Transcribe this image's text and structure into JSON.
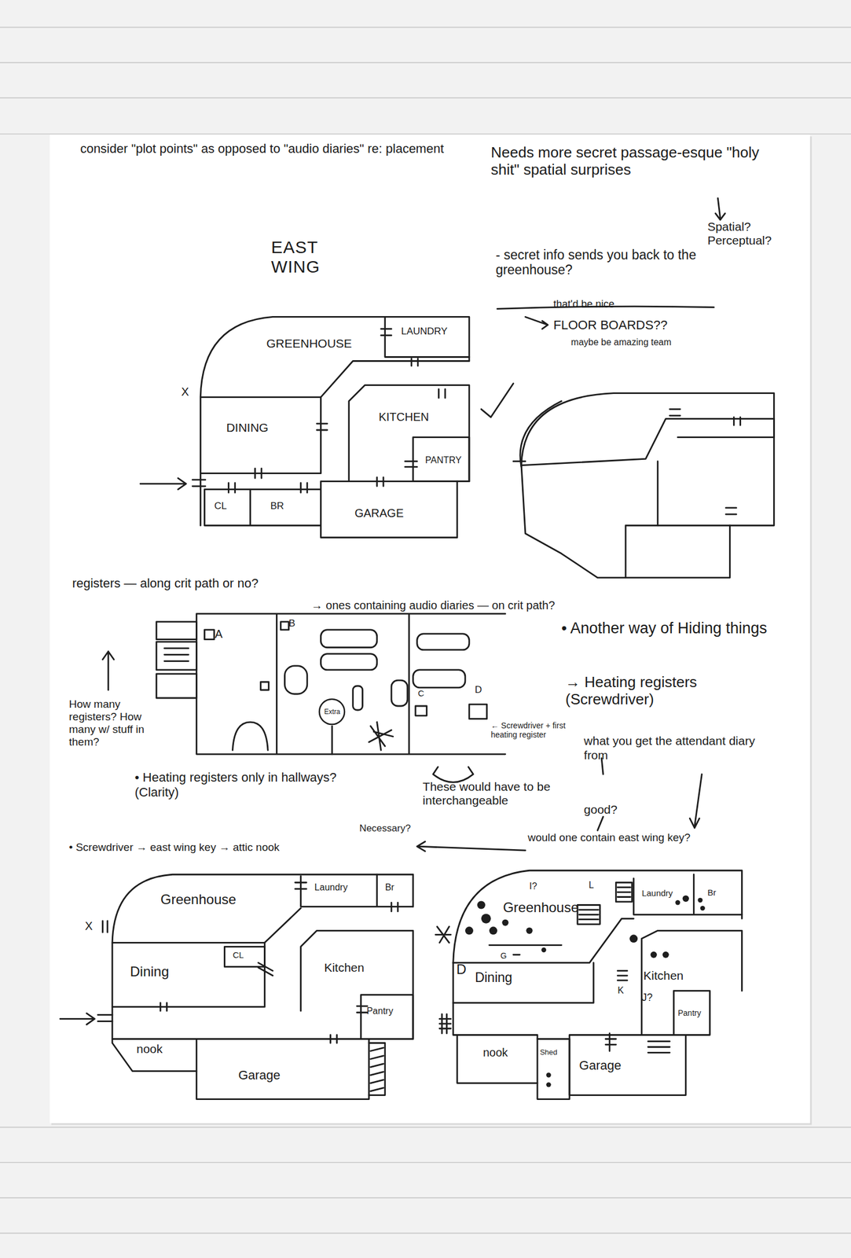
{
  "diagram": {
    "title": "EAST WING",
    "nodes": [
      {
        "text": [
          "GREENHOUSE"
        ]
      },
      {
        "text": [
          "LAUNDRY"
        ]
      },
      {
        "text": [
          "DINING"
        ]
      },
      {
        "text": [
          "KITCHEN"
        ]
      },
      {
        "text": [
          "PANTRY"
        ]
      },
      {
        "text": [
          "CL"
        ]
      },
      {
        "text": [
          "BR"
        ]
      },
      {
        "text": [
          "GARAGE"
        ]
      },
      {
        "text": [
          "Extra"
        ]
      },
      {
        "text": [
          "Greenhouse"
        ]
      },
      {
        "text": [
          "Laundry"
        ]
      },
      {
        "text": [
          "Br"
        ]
      },
      {
        "text": [
          "Dining"
        ]
      },
      {
        "text": [
          "CL"
        ]
      },
      {
        "text": [
          "Kitchen"
        ]
      },
      {
        "text": [
          "Pantry"
        ]
      },
      {
        "text": [
          "nook"
        ]
      },
      {
        "text": [
          "Garage"
        ]
      },
      {
        "text": [
          "Greenhouse"
        ]
      },
      {
        "text": [
          "Laundry"
        ]
      },
      {
        "text": [
          "Br"
        ]
      },
      {
        "text": [
          "Dining"
        ]
      },
      {
        "text": [
          "Kitchen"
        ]
      },
      {
        "text": [
          "Pantry"
        ]
      },
      {
        "text": [
          "nook"
        ]
      },
      {
        "text": [
          "Shed"
        ]
      },
      {
        "text": [
          "Garage"
        ]
      }
    ],
    "labels": [
      "consider \"plot points\" as opposed to \"audio diaries\" re: placement",
      "Needs more secret passage-esque \"holy shit\" spatial surprises",
      "Spatial? Perceptual?",
      "- secret info sends you back to the greenhouse?",
      "that'd be nice",
      "FLOOR BOARDS??",
      "maybe be amazing team",
      "registers — along crit path or no?",
      "→ ones containing audio diaries — on crit path?",
      "How many registers? How many w/ stuff in them?",
      "• Another way of Hiding things",
      "→ Heating registers (Screwdriver)",
      "← Screwdriver + first heating register",
      "what you get the attendant diary from",
      "These would have to be interchangeable",
      "• Heating registers only in hallways? (Clarity)",
      "Necessary?",
      "good?",
      "• Screwdriver → east wing key → attic nook",
      "would one contain east wing key?",
      "X",
      "X",
      "A",
      "B",
      "C",
      "D",
      "I?",
      "L",
      "G",
      "K",
      "J?",
      "D"
    ]
  }
}
